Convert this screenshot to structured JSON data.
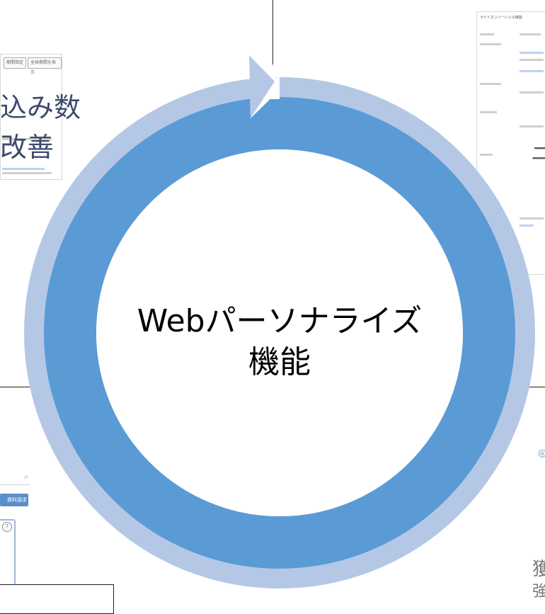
{
  "colors": {
    "ring_inner": "#5b9bd5",
    "ring_outer": "#b4c8e6",
    "text": "#000000",
    "side_text": "#3d4a6b"
  },
  "cycle": {
    "label_line1": "Webパーソナライズ",
    "label_line2": "機能"
  },
  "left_panel": {
    "line1": "込み数",
    "line2": "改善",
    "toolbar_btn1": "期間指定",
    "toolbar_btn2": "全体期間を表示"
  },
  "right_panel": {
    "partial_glyph": "ニ",
    "header": "ライトオンソーシャル機能"
  },
  "bottom_left": {
    "button_label": "資料請求",
    "help": "?"
  },
  "bottom_right": {
    "partial_glyph1": "獲",
    "partial_glyph2": "強"
  }
}
